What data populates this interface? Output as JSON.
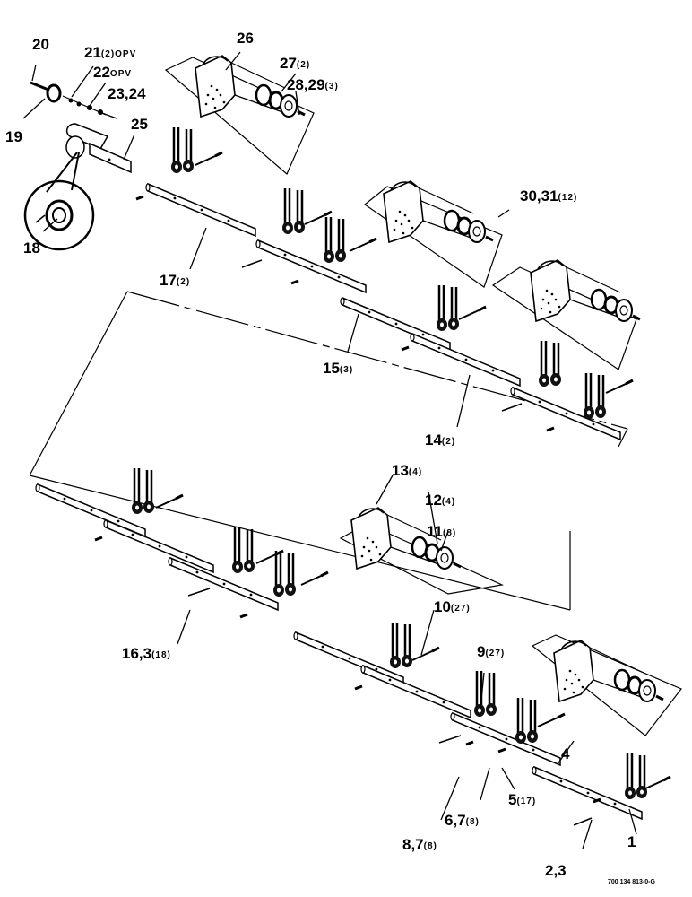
{
  "figure_number": "700 134 813-0-G",
  "callouts": [
    {
      "id": "20",
      "num": "20",
      "qty": ""
    },
    {
      "id": "21",
      "num": "21",
      "qty": "(2)OPV"
    },
    {
      "id": "22",
      "num": "22",
      "qty": "OPV"
    },
    {
      "id": "23-24",
      "num": "23,24",
      "qty": ""
    },
    {
      "id": "19",
      "num": "19",
      "qty": ""
    },
    {
      "id": "25",
      "num": "25",
      "qty": ""
    },
    {
      "id": "26",
      "num": "26",
      "qty": ""
    },
    {
      "id": "27",
      "num": "27",
      "qty": "(2)"
    },
    {
      "id": "28-29",
      "num": "28,29",
      "qty": "(3)"
    },
    {
      "id": "18",
      "num": "18",
      "qty": ""
    },
    {
      "id": "30-31",
      "num": "30,31",
      "qty": "(12)"
    },
    {
      "id": "17",
      "num": "17",
      "qty": "(2)"
    },
    {
      "id": "15",
      "num": "15",
      "qty": "(3)"
    },
    {
      "id": "14",
      "num": "14",
      "qty": "(2)"
    },
    {
      "id": "13",
      "num": "13",
      "qty": "(4)"
    },
    {
      "id": "12",
      "num": "12",
      "qty": "(4)"
    },
    {
      "id": "11",
      "num": "11",
      "qty": "(8)"
    },
    {
      "id": "10",
      "num": "10",
      "qty": "(27)"
    },
    {
      "id": "9",
      "num": "9",
      "qty": "(27)"
    },
    {
      "id": "16-3",
      "num": "16,3",
      "qty": "(18)"
    },
    {
      "id": "4",
      "num": "4",
      "qty": ""
    },
    {
      "id": "5",
      "num": "5",
      "qty": "(17)"
    },
    {
      "id": "6-7",
      "num": "6,7",
      "qty": "(8)"
    },
    {
      "id": "8-7",
      "num": "8,7",
      "qty": "(8)"
    },
    {
      "id": "1",
      "num": "1",
      "qty": ""
    },
    {
      "id": "2-3",
      "num": "2,3",
      "qty": ""
    }
  ]
}
